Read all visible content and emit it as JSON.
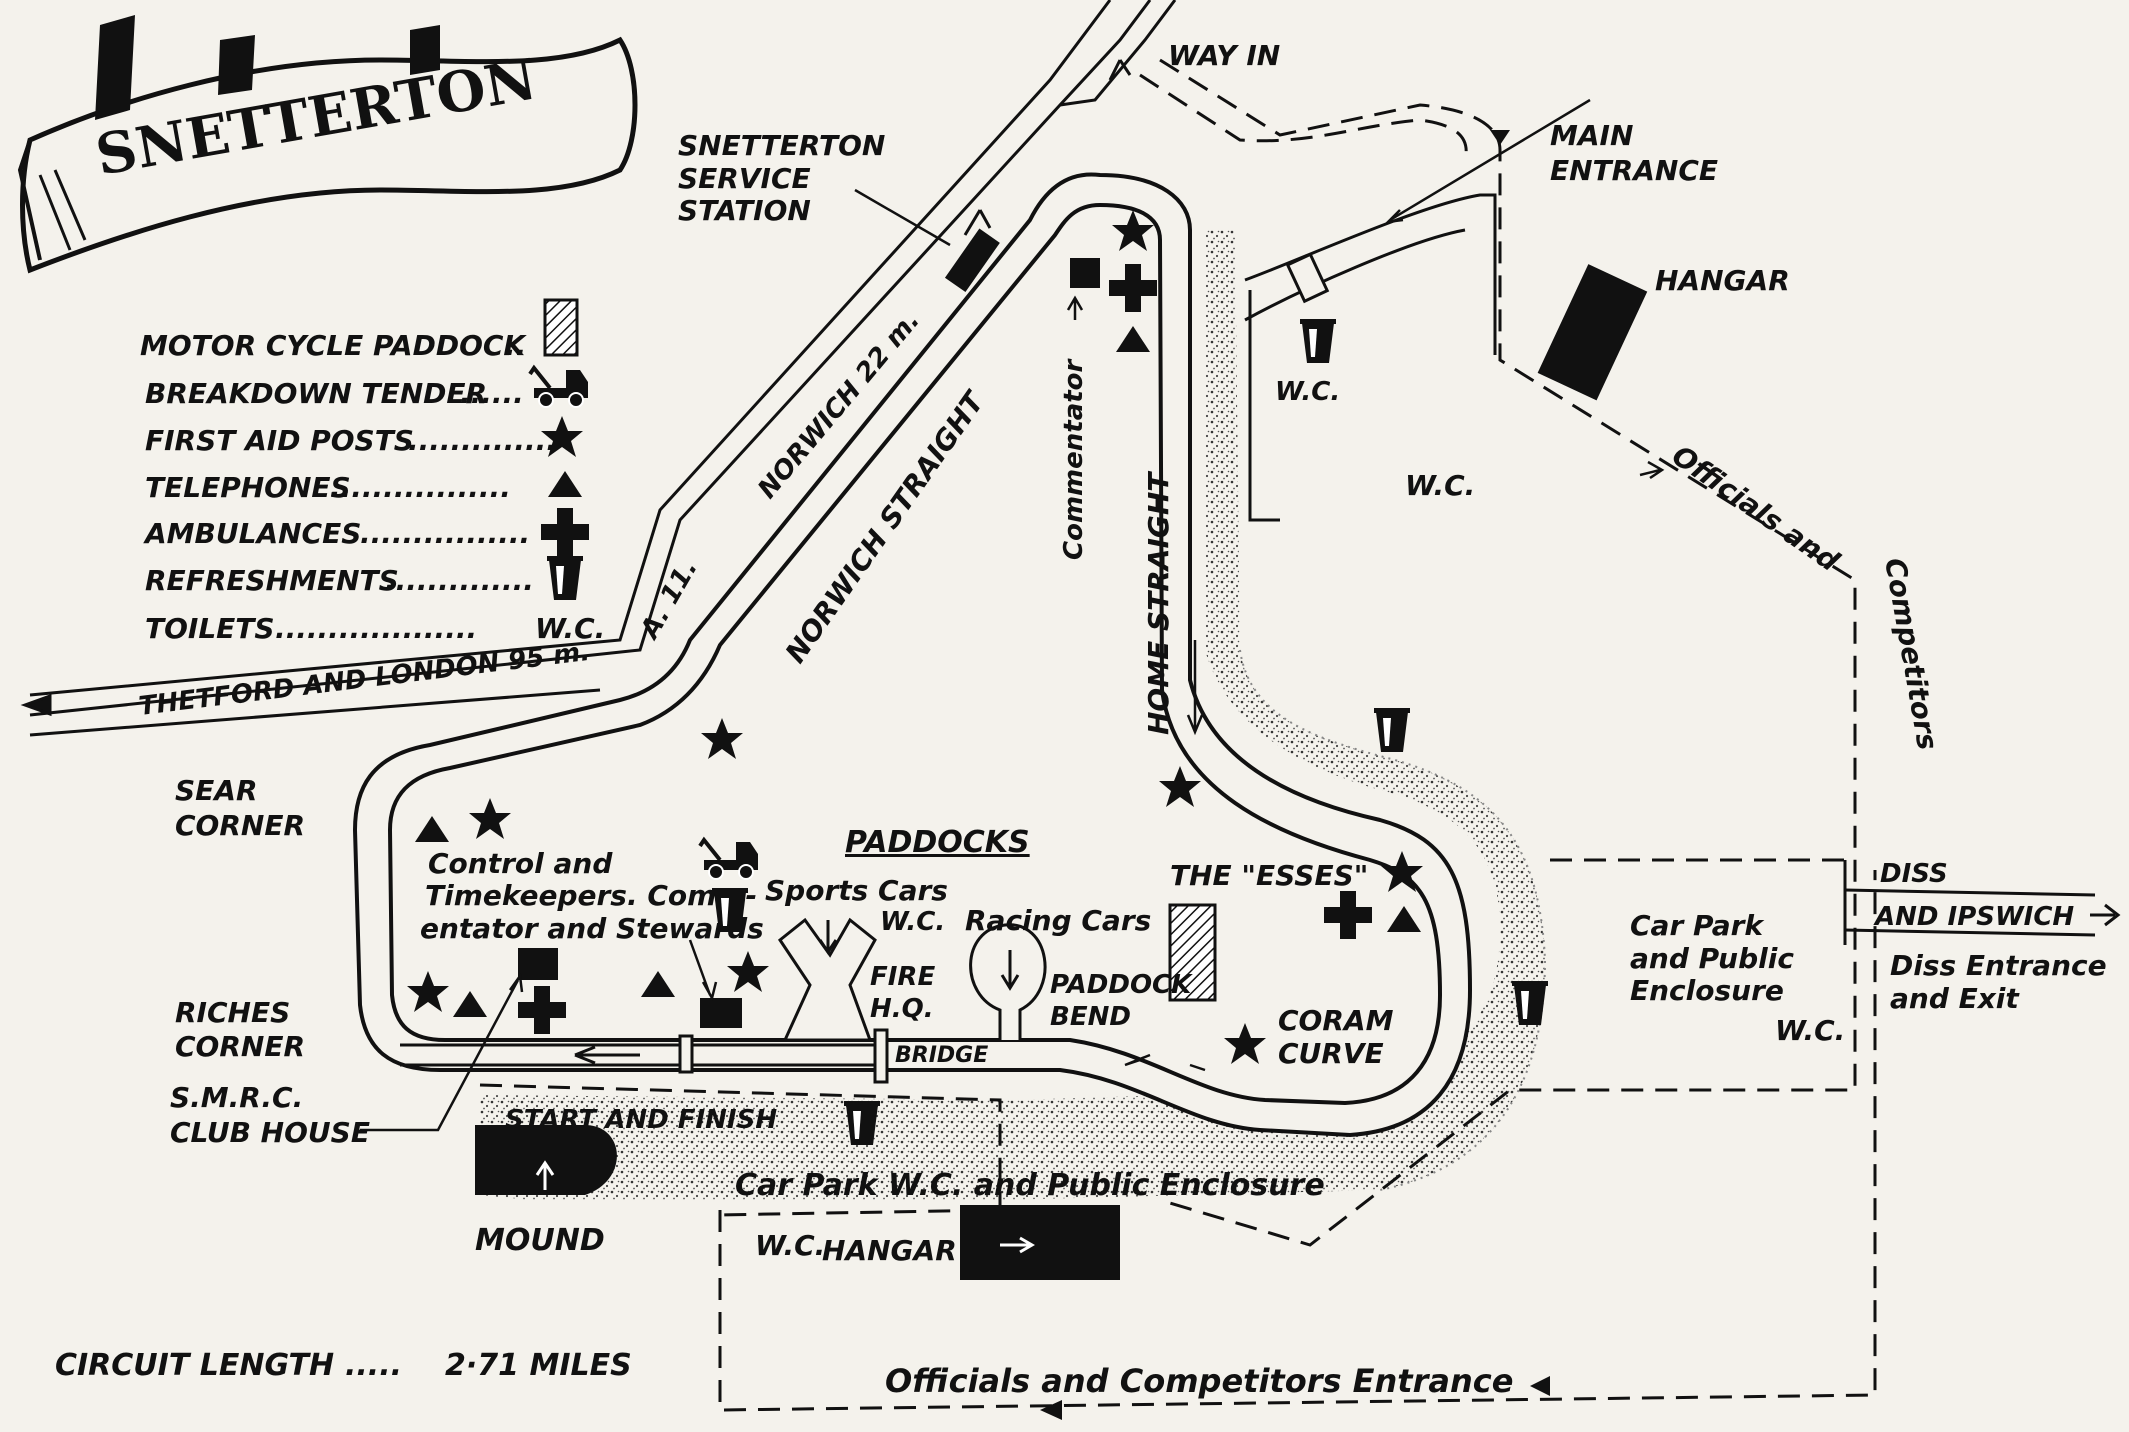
{
  "title": "SNETTERTON",
  "legend": [
    {
      "label": "MOTOR CYCLE PADDOCK",
      "icon": "hatched-box-icon"
    },
    {
      "label": "BREAKDOWN TENDER",
      "icon": "tow-truck-icon"
    },
    {
      "label": "FIRST AID POSTS",
      "icon": "star-icon"
    },
    {
      "label": "TELEPHONES",
      "icon": "triangle-icon"
    },
    {
      "label": "AMBULANCES",
      "icon": "cross-icon"
    },
    {
      "label": "REFRESHMENTS",
      "icon": "cup-icon"
    },
    {
      "label": "TOILETS",
      "icon": "wc-text",
      "symbol": "W.C."
    }
  ],
  "roads": {
    "norwich": "NORWICH 22 m.",
    "a11": "A. 11.",
    "thetford": "THETFORD AND LONDON 95 m.",
    "diss": "DISS",
    "ipswich": "AND IPSWICH"
  },
  "labels": {
    "way_in": "WAY IN",
    "service_1": "SNETTERTON",
    "service_2": "SERVICE",
    "service_3": "STATION",
    "main_entrance_1": "MAIN",
    "main_entrance_2": "ENTRANCE",
    "hangar_ne": "HANGAR",
    "wc_1": "W.C.",
    "wc_2": "W.C.",
    "wc_3": "W.C.",
    "officials_diag": "Officials and",
    "competitors_vert": "Competitors",
    "norwich_straight": "NORWICH STRAIGHT",
    "home_straight": "HOME STRAIGHT",
    "commentator": "Commentator",
    "sear_1": "SEAR",
    "sear_2": "CORNER",
    "control_1": "Control and",
    "control_2": "Timekeepers. Comm-",
    "control_3": "entator and Stewards",
    "paddocks": "PADDOCKS",
    "sports_cars": "Sports Cars",
    "sports_wc": "W.C.",
    "racing_cars": "Racing Cars",
    "fire_1": "FIRE",
    "fire_2": "H.Q.",
    "paddock_bend_1": "PADDOCK",
    "paddock_bend_2": "BEND",
    "esses": "THE \"ESSES\"",
    "coram_1": "CORAM",
    "coram_2": "CURVE",
    "bridge": "BRIDGE",
    "riches_1": "RICHES",
    "riches_2": "CORNER",
    "smrc_1": "S.M.R.C.",
    "smrc_2": "CLUB HOUSE",
    "start_finish": "START AND FINISH",
    "mound": "MOUND",
    "car_park_wc": "Car Park W.C. and Public Enclosure",
    "wc_hangar_wc": "W.C.",
    "wc_hangar": "HANGAR",
    "carpark_1": "Car Park",
    "carpark_2": "and Public",
    "carpark_3": "Enclosure",
    "diss_entrance_1": "Diss Entrance",
    "diss_entrance_2": "and Exit",
    "officials_entrance": "Officials and Competitors Entrance",
    "circuit_length": "CIRCUIT LENGTH",
    "circuit_length_dots": ".....",
    "circuit_length_value": "2·71 MILES"
  },
  "colors": {
    "paper": "#f4f2ec",
    "ink": "#111111"
  }
}
